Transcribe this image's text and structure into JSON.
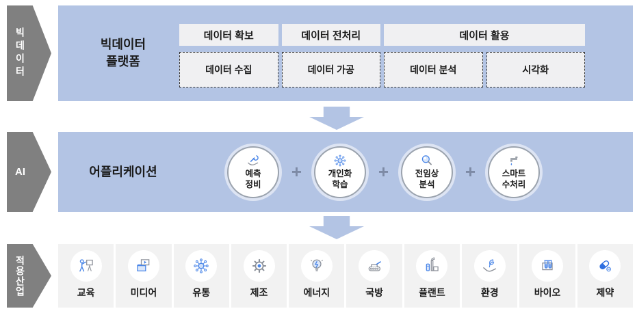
{
  "colors": {
    "panel_blue": "#b3c4e4",
    "side_arrow_gray": "#808080",
    "box_bg": "#f0f0f2",
    "tile_bg": "#f2f2f2",
    "icon_blue": "#4a86e8",
    "icon_gray": "#8a8f98",
    "plus_gray": "#7d8aa5"
  },
  "bigdata": {
    "side_label": "빅데이터",
    "title": "빅데이터\n플랫폼",
    "headers": [
      "데이터 확보",
      "데이터 전처리",
      "데이터 활용"
    ],
    "steps": [
      "데이터 수집",
      "데이터 가공",
      "데이터 분석",
      "시각화"
    ]
  },
  "ai": {
    "side_label": "AI",
    "title": "어플리케이션",
    "plus": "+",
    "apps": [
      {
        "label": "예측\n정비",
        "icon": "wrench-hand-icon"
      },
      {
        "label": "개인화\n학습",
        "icon": "network-nodes-icon"
      },
      {
        "label": "전임상\n분석",
        "icon": "magnifier-icon"
      },
      {
        "label": "스마트\n수처리",
        "icon": "faucet-drop-icon"
      }
    ]
  },
  "industries": {
    "side_label": "적용산업",
    "items": [
      {
        "label": "교육",
        "icon": "education-presenter-icon"
      },
      {
        "label": "미디어",
        "icon": "media-film-folder-icon"
      },
      {
        "label": "유통",
        "icon": "distribution-network-icon"
      },
      {
        "label": "제조",
        "icon": "gear-icon"
      },
      {
        "label": "에너지",
        "icon": "lightbulb-icon"
      },
      {
        "label": "국방",
        "icon": "tank-icon"
      },
      {
        "label": "플랜트",
        "icon": "factory-icon"
      },
      {
        "label": "환경",
        "icon": "hand-sprout-icon"
      },
      {
        "label": "바이오",
        "icon": "test-tubes-icon"
      },
      {
        "label": "제약",
        "icon": "pill-capsule-icon"
      }
    ]
  }
}
